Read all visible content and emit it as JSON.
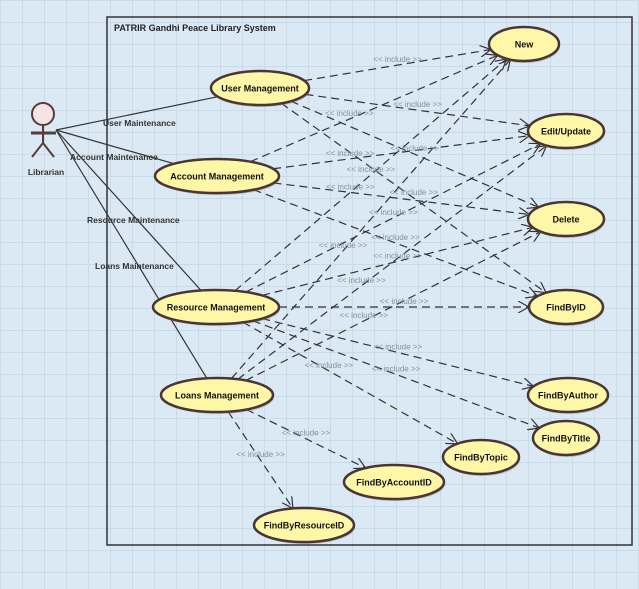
{
  "system": {
    "title": "PATRIR Gandhi Peace Library System"
  },
  "actor": {
    "name": "Librarian"
  },
  "include_label": "<< include >>",
  "colors": {
    "usecase_fill": "#fff7a8",
    "usecase_stroke": "#4a3535",
    "frame": "#333333",
    "edge": "#333333",
    "include_text": "#8090a0"
  },
  "use_cases": {
    "user": "User Management",
    "account": "Account Management",
    "resource": "Resource Management",
    "loans": "Loans Management",
    "new": "New",
    "edit": "Edit/Update",
    "delete": "Delete",
    "findbyid": "FindByID",
    "findbyauthor": "FindByAuthor",
    "findbytitle": "FindByTitle",
    "findbytopic": "FindByTopic",
    "findbyaccountid": "FindByAccountID",
    "findbyresourceid": "FindByResourceID"
  },
  "associations": [
    {
      "to": "user",
      "label": "User Maintenance"
    },
    {
      "to": "account",
      "label": "Account Maintenance"
    },
    {
      "to": "resource",
      "label": "Resource Maintenance"
    },
    {
      "to": "loans",
      "label": "Loans Maintenance"
    }
  ],
  "includes": [
    {
      "from": "user",
      "to": "new"
    },
    {
      "from": "user",
      "to": "edit"
    },
    {
      "from": "user",
      "to": "delete"
    },
    {
      "from": "user",
      "to": "findbyid"
    },
    {
      "from": "account",
      "to": "new"
    },
    {
      "from": "account",
      "to": "edit"
    },
    {
      "from": "account",
      "to": "delete"
    },
    {
      "from": "account",
      "to": "findbyid"
    },
    {
      "from": "resource",
      "to": "new"
    },
    {
      "from": "resource",
      "to": "edit"
    },
    {
      "from": "resource",
      "to": "delete"
    },
    {
      "from": "resource",
      "to": "findbyid"
    },
    {
      "from": "resource",
      "to": "findbyauthor"
    },
    {
      "from": "resource",
      "to": "findbytitle"
    },
    {
      "from": "resource",
      "to": "findbytopic"
    },
    {
      "from": "loans",
      "to": "new"
    },
    {
      "from": "loans",
      "to": "edit"
    },
    {
      "from": "loans",
      "to": "delete"
    },
    {
      "from": "loans",
      "to": "findbyaccountid"
    },
    {
      "from": "loans",
      "to": "findbyresourceid"
    }
  ]
}
